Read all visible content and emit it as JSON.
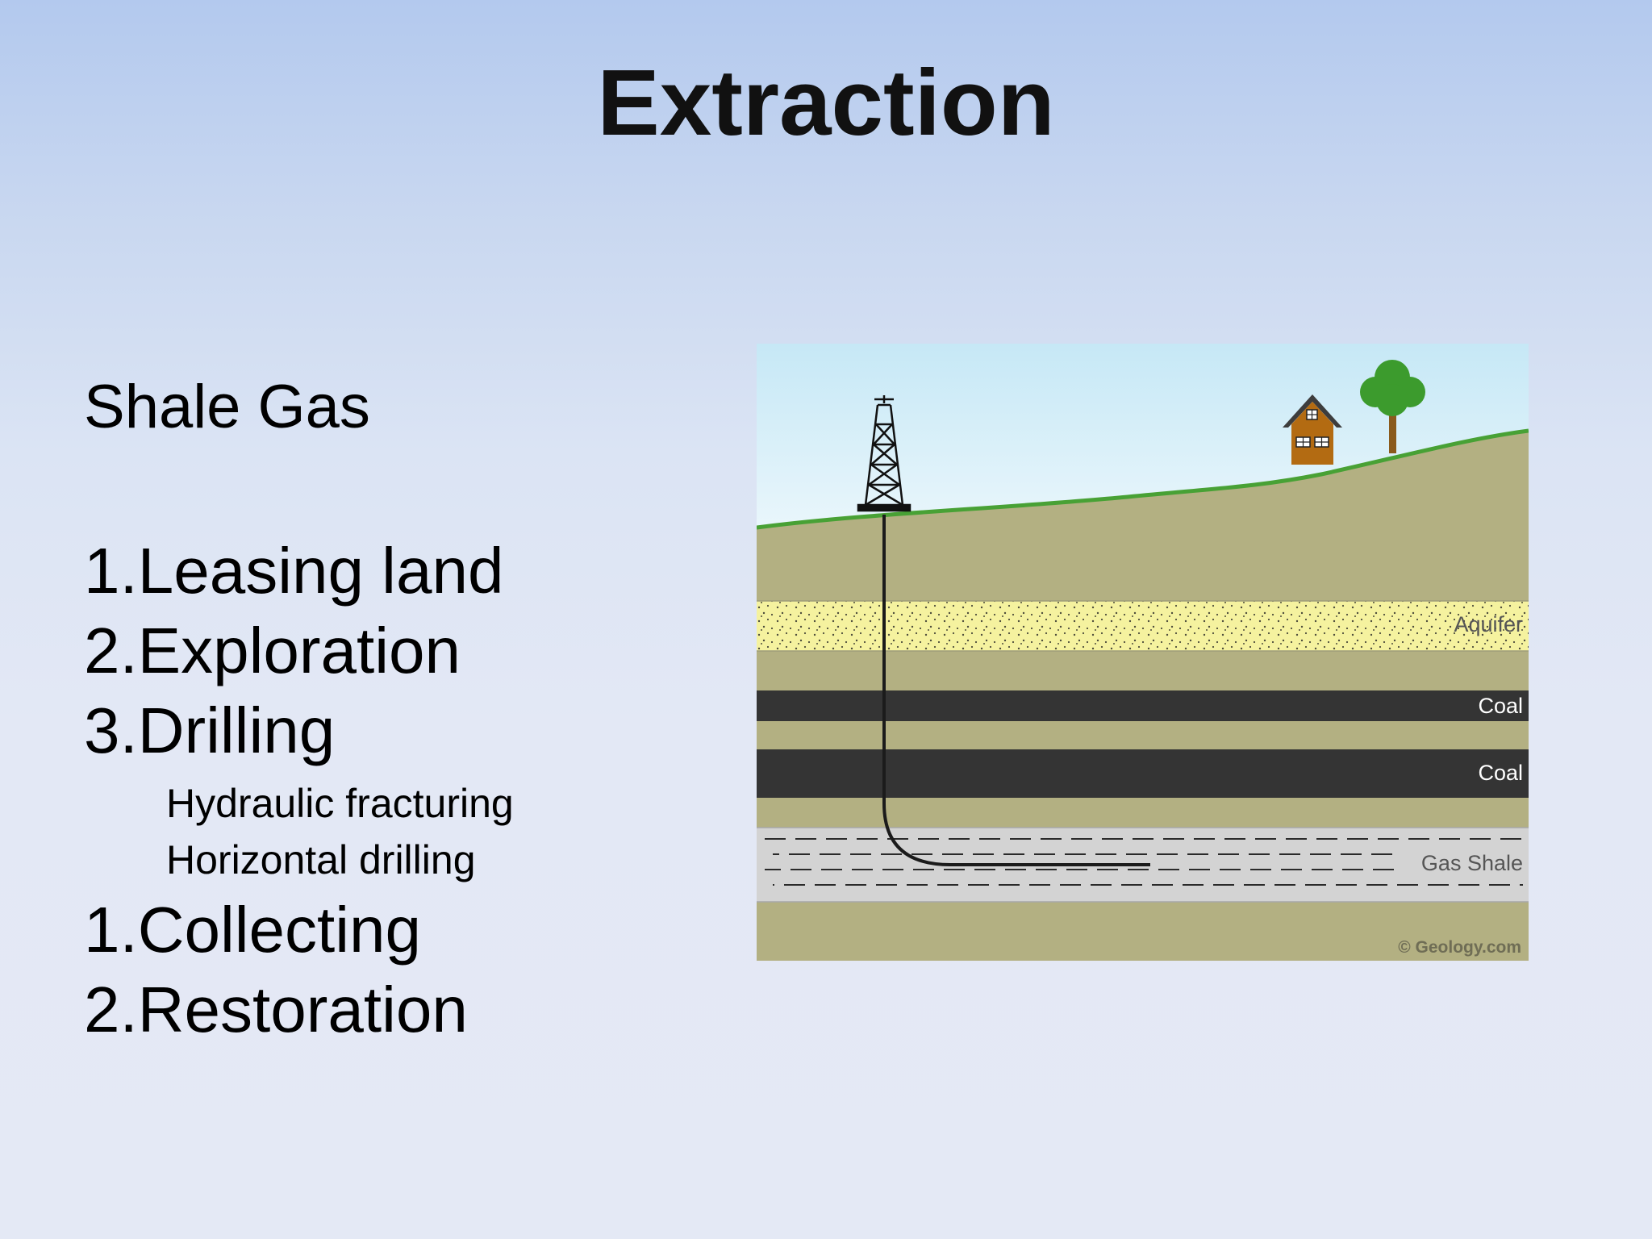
{
  "slide": {
    "title": "Extraction",
    "heading": "Shale Gas",
    "list_main": [
      {
        "num": "1.",
        "label": "Leasing land"
      },
      {
        "num": "2.",
        "label": "Exploration"
      },
      {
        "num": "3.",
        "label": "Drilling"
      }
    ],
    "sub_items": [
      "Hydraulic fracturing",
      "Horizontal drilling"
    ],
    "list_after": [
      {
        "num": "1.",
        "label": "Collecting"
      },
      {
        "num": "2.",
        "label": "Restoration"
      }
    ]
  },
  "diagram": {
    "layers": {
      "aquifer": "Aquifer",
      "coal_1": "Coal",
      "coal_2": "Coal",
      "gas_shale": "Gas Shale"
    },
    "credit": "© Geology.com",
    "colors": {
      "sky_top": "#c6e8f6",
      "sky_bottom": "#eef8fc",
      "ground": "#b3b082",
      "aquifer": "#f5f29f",
      "coal": "#343434",
      "shale": "#d3d3d3",
      "grass": "#48a135",
      "house": "#b36b12",
      "tree": "#3c9b2d"
    }
  }
}
